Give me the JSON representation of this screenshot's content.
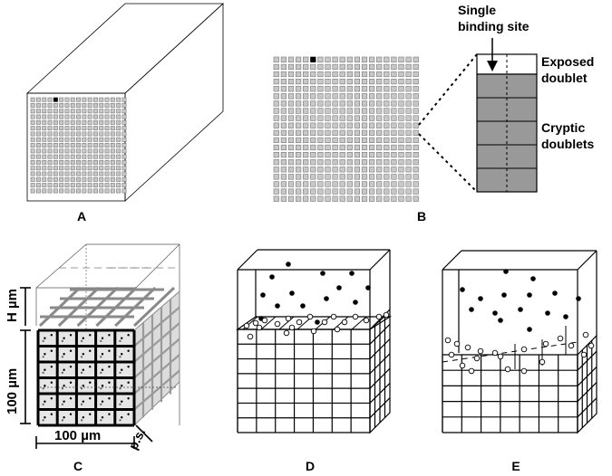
{
  "panels": {
    "a": {
      "label": "A"
    },
    "b": {
      "label": "B",
      "single_binding_site": [
        "Single",
        "binding site"
      ],
      "exposed_doublet": [
        "Exposed",
        "doublet"
      ],
      "cryptic_doublets": [
        "Cryptic",
        "doublets"
      ]
    },
    "c": {
      "label": "C",
      "height_label": "H µm",
      "depth_label": "100 µm",
      "width_label": "100 µm",
      "pore_label": "p.s."
    },
    "d": {
      "label": "D"
    },
    "e": {
      "label": "E"
    }
  },
  "colors": {
    "grid_square_fill": "#c8c8c8",
    "grid_square_stroke": "#777777",
    "marked_square": "#000000",
    "doublet_gray": "#999999",
    "front_face_shade": "#e6e6e6",
    "side_face_shade": "#dcdcdc"
  }
}
